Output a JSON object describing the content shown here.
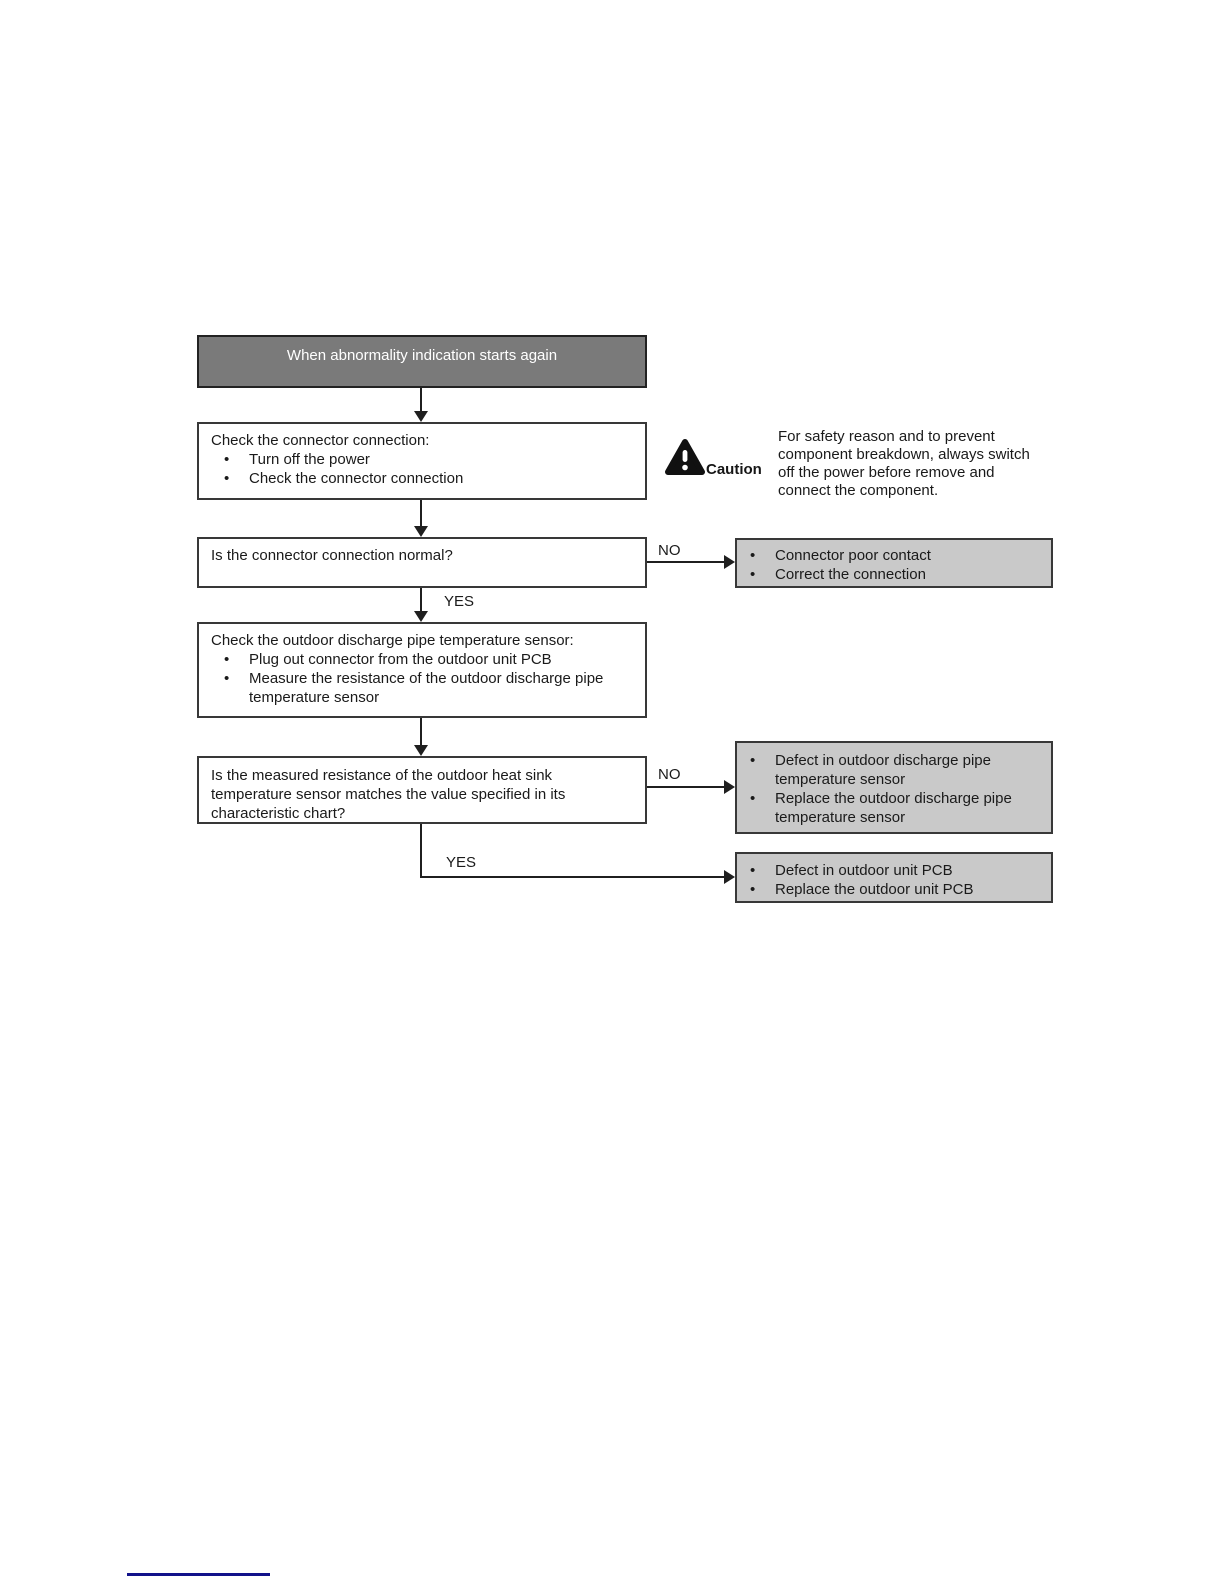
{
  "colors": {
    "start_box_bg": "#7a7a7a",
    "start_box_text": "#ffffff",
    "process_box_bg": "#ffffff",
    "result_box_bg": "#c9c9c9",
    "box_border": "#383838",
    "line": "#1f1f1f",
    "bottom_rule": "#12128a"
  },
  "flowchart": {
    "start": "When abnormality indication starts again",
    "step1": {
      "title": "Check the connector connection:",
      "bullets": [
        "Turn off the power",
        "Check the connector connection"
      ]
    },
    "caution": {
      "icon": "warning-triangle-icon",
      "label": "Caution",
      "text": "For safety reason and to prevent component breakdown, always switch off the power before remove and connect the component."
    },
    "decision1": {
      "question": "Is the connector connection normal?",
      "no": "NO",
      "yes": "YES"
    },
    "result1": {
      "bullets": [
        "Connector poor contact",
        "Correct the connection"
      ]
    },
    "step2": {
      "title": "Check the outdoor discharge pipe temperature sensor:",
      "bullets": [
        "Plug out connector from the outdoor unit PCB",
        "Measure the resistance of the outdoor discharge pipe temperature sensor"
      ]
    },
    "decision2": {
      "question": "Is the measured resistance of the outdoor heat sink temperature sensor matches the value specified in its characteristic chart?",
      "no": "NO",
      "yes": "YES"
    },
    "result2": {
      "bullets": [
        "Defect in outdoor discharge pipe temperature sensor",
        "Replace the outdoor discharge pipe temperature sensor"
      ]
    },
    "result3": {
      "bullets": [
        "Defect in outdoor unit PCB",
        "Replace the outdoor unit PCB"
      ]
    }
  }
}
